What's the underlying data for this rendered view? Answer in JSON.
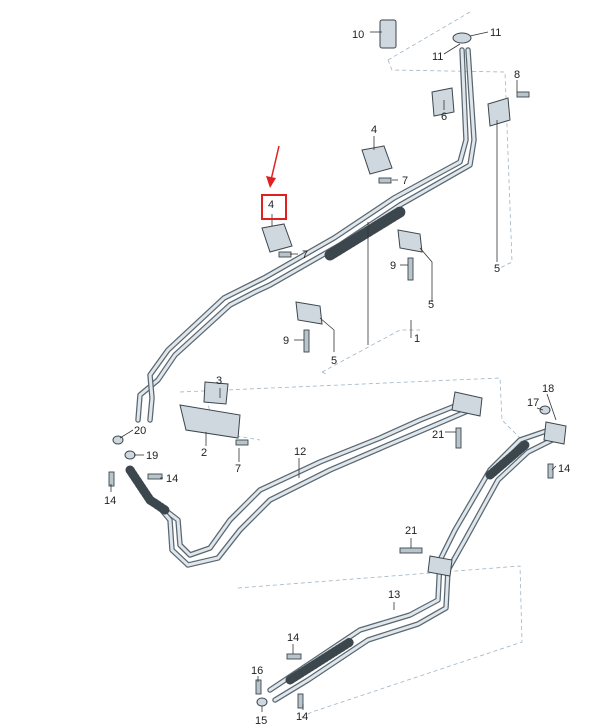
{
  "labels": {
    "p1": "1",
    "p2": "2",
    "p3": "3",
    "p4a": "4",
    "p4b": "4",
    "p5a": "5",
    "p5b": "5",
    "p5c": "5",
    "p6": "6",
    "p7a": "7",
    "p7b": "7",
    "p7c": "7",
    "p8": "8",
    "p9a": "9",
    "p9b": "9",
    "p10": "10",
    "p11a": "11",
    "p11b": "11",
    "p12": "12",
    "p13": "13",
    "p14a": "14",
    "p14b": "14",
    "p14c": "14",
    "p14d": "14",
    "p14e": "14",
    "p15": "15",
    "p16": "16",
    "p17": "17",
    "p18": "18",
    "p19": "19",
    "p20": "20",
    "p21a": "21",
    "p21b": "21"
  },
  "highlight": {
    "label": "4",
    "box_color": "#e02020",
    "arrow_color": "#e02020"
  }
}
